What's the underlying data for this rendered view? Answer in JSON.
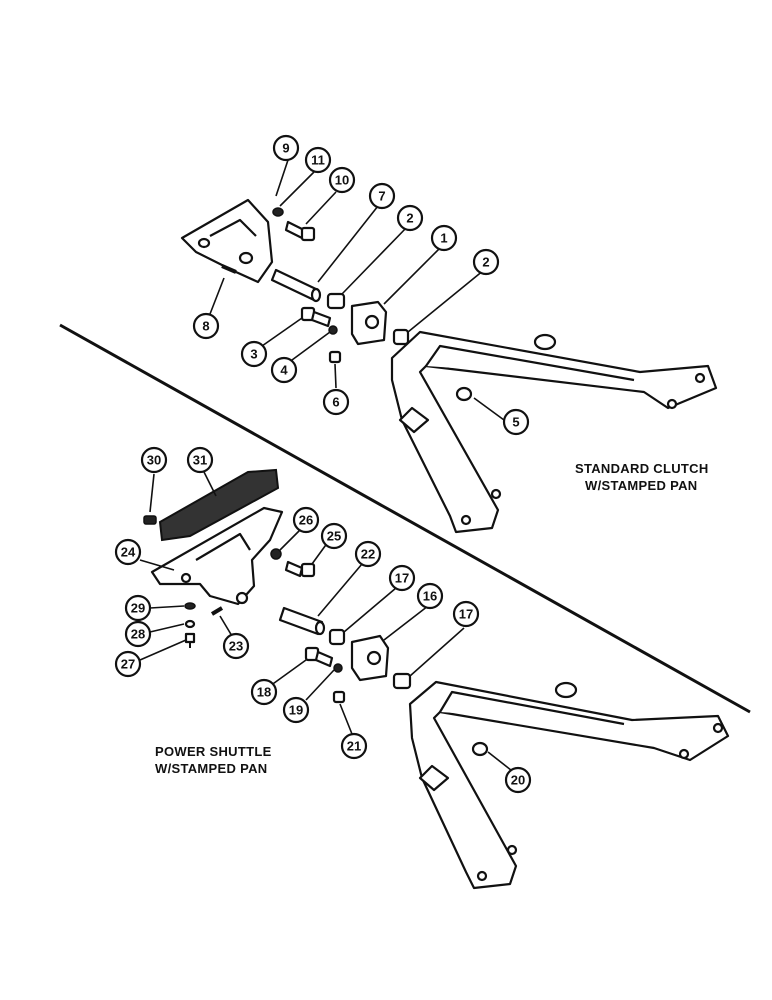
{
  "sections": [
    {
      "id": "standard",
      "caption_line1": "STANDARD CLUTCH",
      "caption_line2": "W/STAMPED PAN"
    },
    {
      "id": "shuttle",
      "caption_line1": "POWER SHUTTLE",
      "caption_line2": "W/STAMPED PAN"
    }
  ],
  "callouts": {
    "c1": "1",
    "c2a": "2",
    "c2b": "2",
    "c3": "3",
    "c4": "4",
    "c5": "5",
    "c6": "6",
    "c7": "7",
    "c8": "8",
    "c9": "9",
    "c10": "10",
    "c11": "11",
    "c16": "16",
    "c17a": "17",
    "c17b": "17",
    "c18": "18",
    "c19": "19",
    "c20": "20",
    "c21": "21",
    "c22": "22",
    "c23": "23",
    "c24": "24",
    "c25": "25",
    "c26": "26",
    "c27": "27",
    "c28": "28",
    "c29": "29",
    "c30": "30",
    "c31": "31"
  }
}
